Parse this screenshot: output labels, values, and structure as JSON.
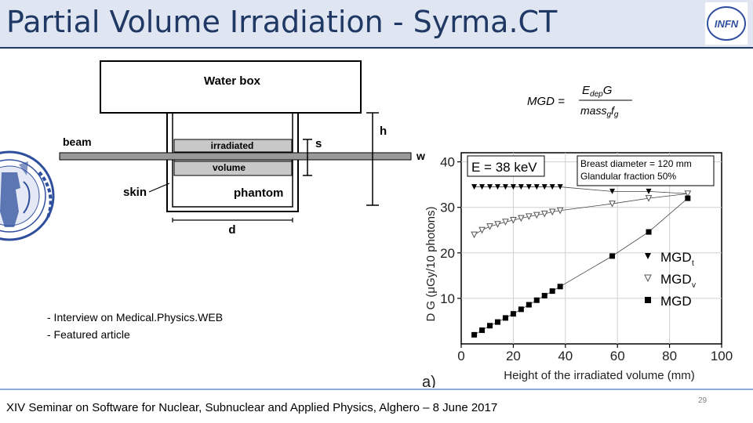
{
  "slide": {
    "title": "Partial Volume Irradiation - Syrma.CT",
    "logo_text": "INFN",
    "bullets": [
      "- Interview on Medical.Physics.WEB",
      "- Featured article"
    ],
    "footer": "XIV Seminar on Software for Nuclear, Subnuclear and Applied Physics, Alghero – 8 June 2017",
    "page_number": "29"
  },
  "diagram": {
    "water_box": "Water box",
    "beam": "beam",
    "irradiated": "irradiated",
    "volume": "volume",
    "skin": "skin",
    "phantom": "phantom",
    "h": "h",
    "s": "s",
    "w": "w",
    "d": "d"
  },
  "formula": {
    "lhs": "MGD =",
    "numerator": "E",
    "numerator_sub": "dep",
    "numerator_tail": "G",
    "denominator": "mass",
    "denominator_sub1": "g",
    "denominator_mid": "f",
    "denominator_sub2": "g"
  },
  "chart_data": {
    "type": "scatter",
    "panel_label": "a)",
    "xlabel": "Height of the irradiated volume (mm)",
    "ylabel": "D G (μGy/10 photons)",
    "xlim": [
      0,
      100
    ],
    "ylim": [
      0,
      42
    ],
    "xticks": [
      "0",
      "20",
      "40",
      "60",
      "80",
      "100"
    ],
    "yticks": [
      "10",
      "20",
      "30",
      "40"
    ],
    "annotation_energy": "E = 38 keV",
    "annotation_info": [
      "Breast diameter = 120 mm",
      "Glandular fraction 50%"
    ],
    "grid": true,
    "legend_position": "right",
    "series": [
      {
        "name": "MGD",
        "name_sub": "t",
        "marker": "triangle-down-filled",
        "x": [
          5,
          8,
          11,
          14,
          17,
          20,
          23,
          26,
          29,
          32,
          35,
          38,
          58,
          72,
          87
        ],
        "y": [
          34.5,
          34.5,
          34.5,
          34.5,
          34.5,
          34.5,
          34.5,
          34.5,
          34.5,
          34.5,
          34.5,
          34.5,
          33.5,
          33.5,
          33
        ]
      },
      {
        "name": "MGD",
        "name_sub": "v",
        "marker": "triangle-down-open",
        "x": [
          5,
          8,
          11,
          14,
          17,
          20,
          23,
          26,
          29,
          32,
          35,
          38,
          58,
          72,
          87
        ],
        "y": [
          24,
          25,
          25.8,
          26.3,
          26.8,
          27.2,
          27.6,
          28,
          28.3,
          28.6,
          29,
          29.3,
          30.8,
          32,
          33
        ]
      },
      {
        "name": "MGD",
        "name_sub": "",
        "marker": "square-filled",
        "x": [
          5,
          8,
          11,
          14,
          17,
          20,
          23,
          26,
          29,
          32,
          35,
          38,
          58,
          72,
          87
        ],
        "y": [
          2,
          3,
          4,
          4.8,
          5.7,
          6.6,
          7.6,
          8.6,
          9.6,
          10.6,
          11.6,
          12.6,
          19.3,
          24.6,
          32
        ]
      }
    ]
  },
  "colors": {
    "title_text": "#1f3864",
    "title_bg": "#dfe6f1",
    "footer_rule": "#8eaadb",
    "seal_blue": "#2f4f9e",
    "chart_grid": "#d0d0d0"
  }
}
